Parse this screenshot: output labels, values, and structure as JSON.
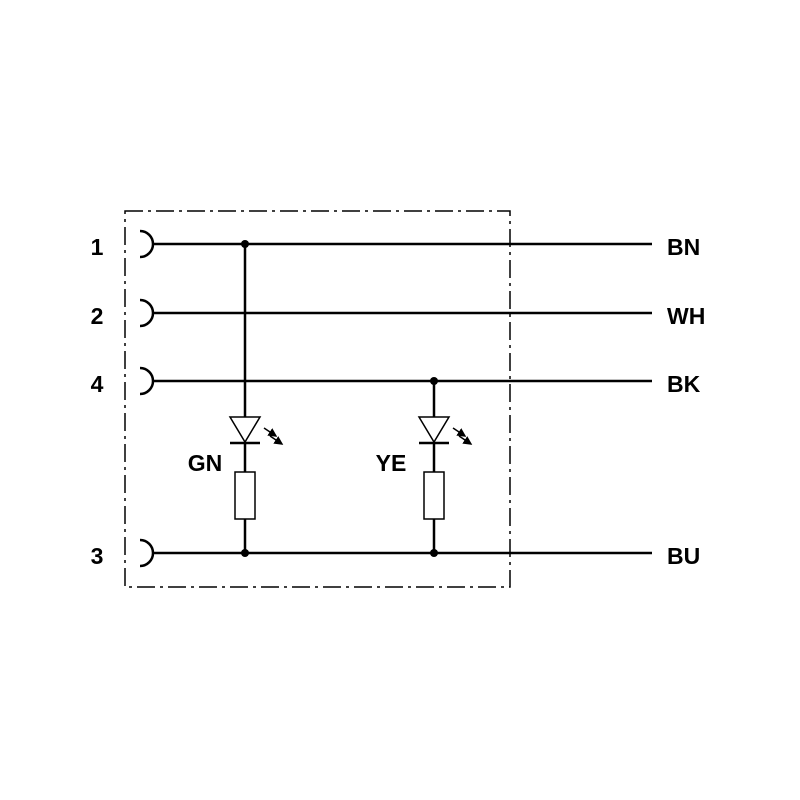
{
  "pins": [
    {
      "label": "1"
    },
    {
      "label": "2"
    },
    {
      "label": "4"
    },
    {
      "label": "3"
    }
  ],
  "wires": [
    {
      "label": "BN"
    },
    {
      "label": "WH"
    },
    {
      "label": "BK"
    },
    {
      "label": "BU"
    }
  ],
  "leds": [
    {
      "label": "GN"
    },
    {
      "label": "YE"
    }
  ]
}
